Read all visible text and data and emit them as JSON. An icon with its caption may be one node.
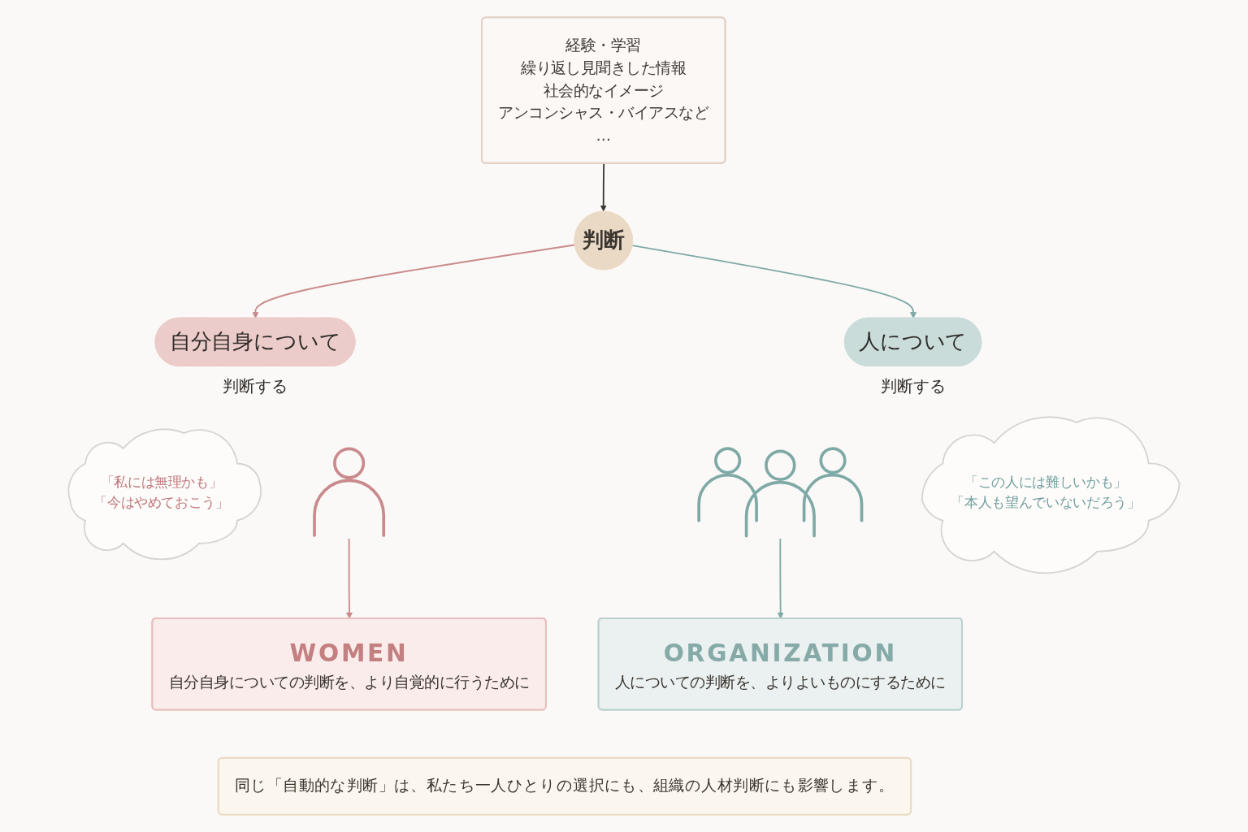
{
  "diagram": {
    "nodes": [
      {
        "text": [
          "経験・学習",
          "繰り返し見聞きした情報",
          "社会的なイメージ",
          "アンコンシャス・バイアスなど",
          "…"
        ]
      },
      {
        "text": [
          "判断"
        ]
      },
      {
        "text": [
          "自分自身について"
        ],
        "beside": [
          "判断する"
        ]
      },
      {
        "text": [
          "人について"
        ],
        "beside": [
          "判断する"
        ]
      },
      {
        "text": [
          "「私には無理かも」",
          "「今はやめておこう」"
        ]
      },
      {
        "text": [],
        "shape": "person"
      },
      {
        "text": [],
        "shape": "people"
      },
      {
        "text": [
          "「この人には難しいかも」",
          "「本人も望んでいないだろう」"
        ]
      },
      {
        "text": [
          "WOMEN",
          "自分自身についての判断を、より自覚的に行うために"
        ]
      },
      {
        "text": [
          "ORGANIZATION",
          "人についての判断を、よりよいものにするために"
        ]
      },
      {
        "text": [
          "同じ「自動的な判断」は、私たち一人ひとりの選択にも、組織の人材判断にも影響します。"
        ]
      }
    ],
    "edges": [
      {
        "from": 0,
        "to": 1,
        "arrow": "to",
        "color": "#3a3530"
      },
      {
        "from": 1,
        "to": 2,
        "arrow": "to",
        "color": "#c98a8c"
      },
      {
        "from": 1,
        "to": 3,
        "arrow": "to",
        "color": "#7fa9a6"
      },
      {
        "from": 5,
        "to": 8,
        "arrow": "to",
        "color": "#c98a8c"
      },
      {
        "from": 6,
        "to": 9,
        "arrow": "to",
        "color": "#7fa9a6"
      }
    ]
  }
}
